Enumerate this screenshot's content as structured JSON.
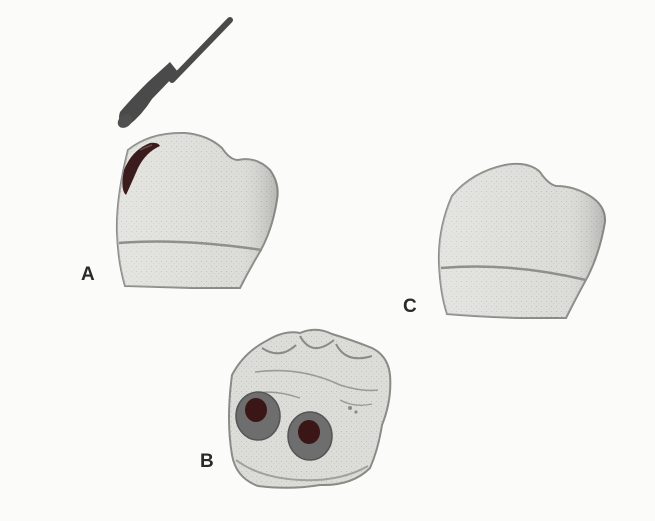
{
  "figure": {
    "labels": {
      "a": "A",
      "b": "B",
      "c": "C"
    },
    "icons": {
      "bur": "dental-bur-icon",
      "tooth_a": "tooth-crown-prepared-icon",
      "tooth_b": "tooth-occlusal-view-icon",
      "tooth_c": "tooth-crown-restored-icon"
    },
    "colors": {
      "tooth_fill": "#dcdcd8",
      "outline": "#8a8a86",
      "bur": "#4a4a4a",
      "caries": "#3a1c1c",
      "canal_ring": "#6e6e6e",
      "canal_core": "#3b1616",
      "background": "#fbfbf9"
    }
  }
}
